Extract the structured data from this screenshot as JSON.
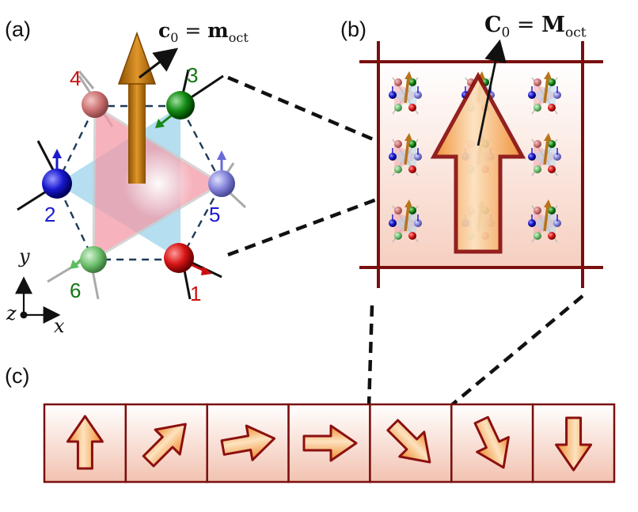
{
  "panels": {
    "a": "(a)",
    "b": "(b)",
    "c": "(c)"
  },
  "equations": {
    "a": {
      "lhs": "c",
      "lhs_sub": "0",
      "op": " = ",
      "rhs": "m",
      "rhs_sub": "oct"
    },
    "b": {
      "lhs": "C",
      "lhs_sub": "0",
      "op": " = ",
      "rhs": "M",
      "rhs_sub": "oct"
    }
  },
  "axes": {
    "y": "y",
    "z": "z",
    "x": "x"
  },
  "sites": [
    {
      "label": "1",
      "color": "#cc1111"
    },
    {
      "label": "2",
      "color": "#1a1acc"
    },
    {
      "label": "3",
      "color": "#117711"
    },
    {
      "label": "4",
      "color": "#cc1111"
    },
    {
      "label": "5",
      "color": "#1a1acc"
    },
    {
      "label": "6",
      "color": "#117711"
    }
  ],
  "colors": {
    "frame": "#7a0f0f",
    "arrow_fill": "#f39a3c",
    "arrow_edge": "#8b1010",
    "moment_arrow": "#b06a10",
    "triangle_red": "#f08a9a",
    "triangle_blue": "#8fcbe8"
  },
  "strip": {
    "directions_deg": [
      0,
      45,
      80,
      90,
      135,
      155,
      180
    ]
  }
}
